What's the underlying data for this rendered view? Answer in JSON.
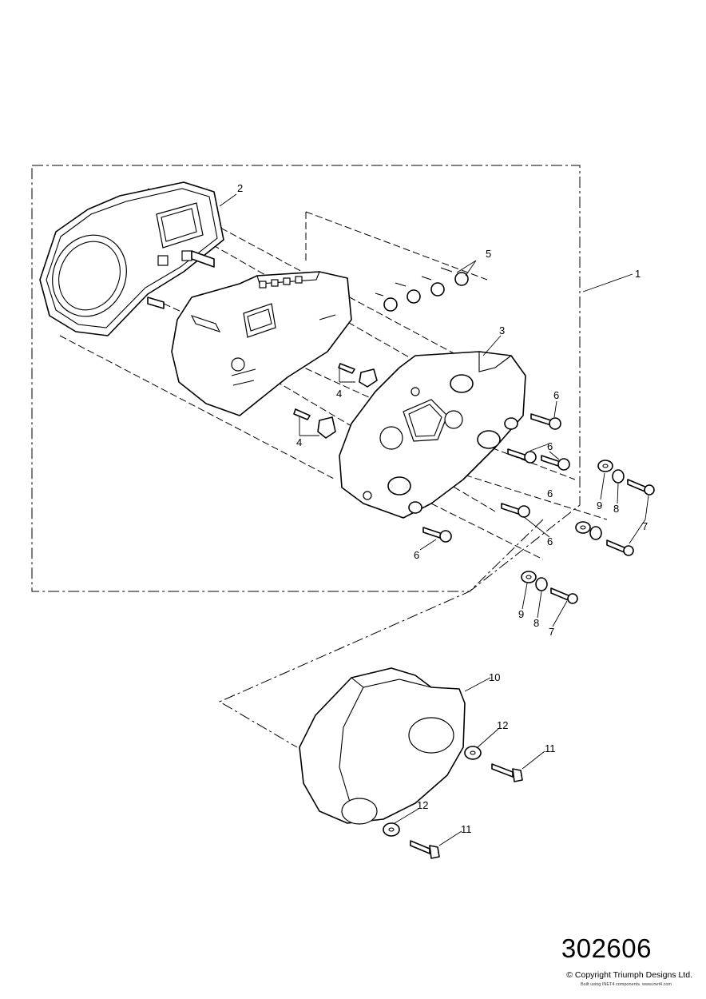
{
  "diagram": {
    "reference_number": "302606",
    "copyright": "© Copyright Triumph Designs Ltd.",
    "built_note": "Built using INET4 components. www.inet4.com",
    "callouts": {
      "c1": "1",
      "c2": "2",
      "c3": "3",
      "c4a": "4",
      "c4b": "4",
      "c5": "5",
      "c6a": "6",
      "c6b": "6",
      "c6c": "6",
      "c6d": "6",
      "c6e": "6",
      "c7a": "7",
      "c7b": "7",
      "c8a": "8",
      "c8b": "8",
      "c9a": "9",
      "c9b": "9",
      "c10": "10",
      "c11a": "11",
      "c11b": "11",
      "c12a": "12",
      "c12b": "12"
    }
  }
}
